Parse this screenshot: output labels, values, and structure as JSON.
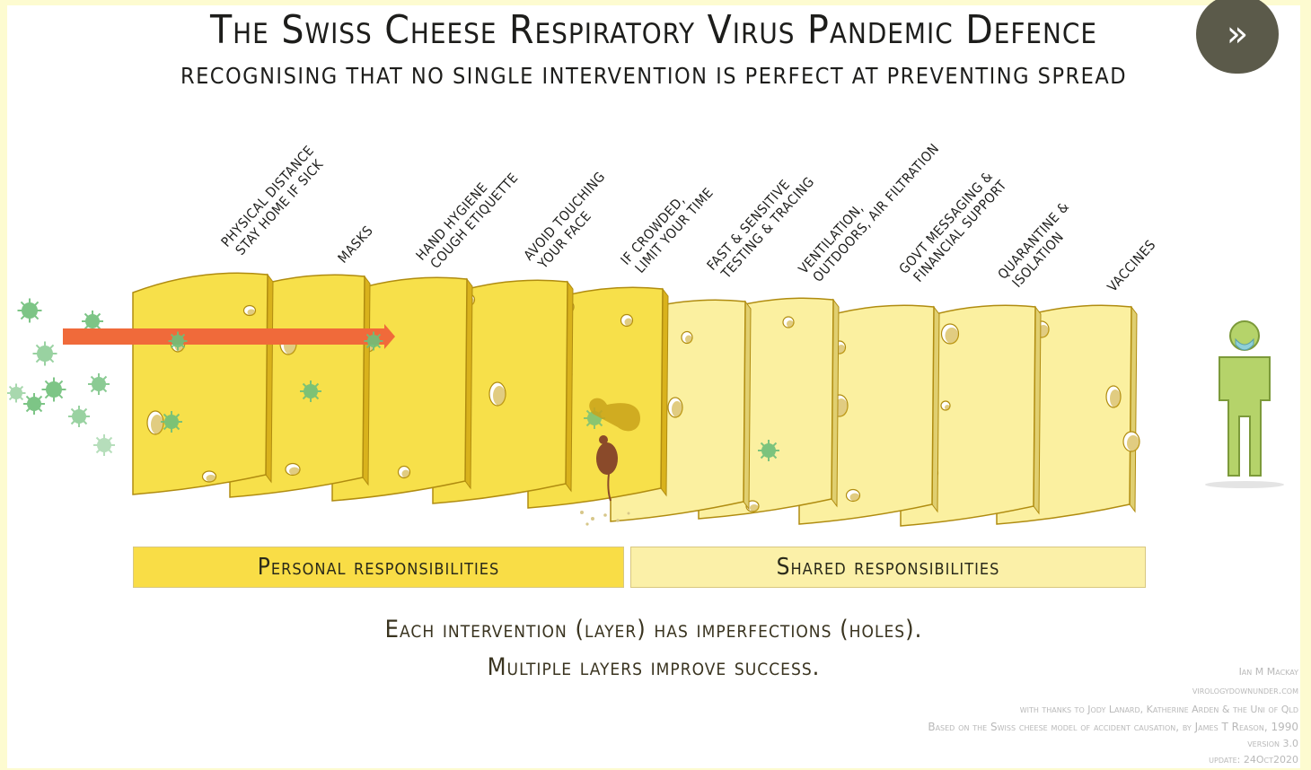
{
  "header": {
    "title": "The Swiss Cheese Respiratory Virus Pandemic Defence",
    "subtitle": "Recognising that no single intervention is perfect at preventing spread",
    "next_label": "»"
  },
  "layers": [
    {
      "line1": "Physical distance",
      "line2": "stay home if sick"
    },
    {
      "line1": "Masks",
      "line2": ""
    },
    {
      "line1": "Hand hygiene",
      "line2": "cough etiquette"
    },
    {
      "line1": "Avoid touching",
      "line2": "your face"
    },
    {
      "line1": "If crowded,",
      "line2": "limit your time"
    },
    {
      "line1": "Fast & sensitive",
      "line2": "testing & tracing"
    },
    {
      "line1": "Ventilation,",
      "line2": "outdoors, air filtration"
    },
    {
      "line1": "Govt messaging &",
      "line2": "financial support"
    },
    {
      "line1": "Quarantine &",
      "line2": "isolation"
    },
    {
      "line1": "Vaccines",
      "line2": ""
    }
  ],
  "groups": {
    "personal": "Personal responsibilities",
    "shared": "Shared responsibilities"
  },
  "caption": {
    "line1": "Each intervention (layer) has imperfections (holes).",
    "line2": "Multiple layers improve success."
  },
  "credits": {
    "author": "Ian M Mackay",
    "site": "virologydownunder.com",
    "thanks": "with thanks to Jody Lanard, Katherine Arden & the Uni of Qld",
    "based_on": "Based on the Swiss cheese model of accident causation, by James T Reason, 1990",
    "version": "version 3.0",
    "update": "update: 24Oct2020"
  },
  "colors": {
    "personal_cheese": "#f7e04a",
    "shared_cheese": "#fbf0a0",
    "arrow": "#f06a3a",
    "virus": "#6fbf7a",
    "person": "#b5d36a",
    "next_button": "#5b5a4a"
  }
}
